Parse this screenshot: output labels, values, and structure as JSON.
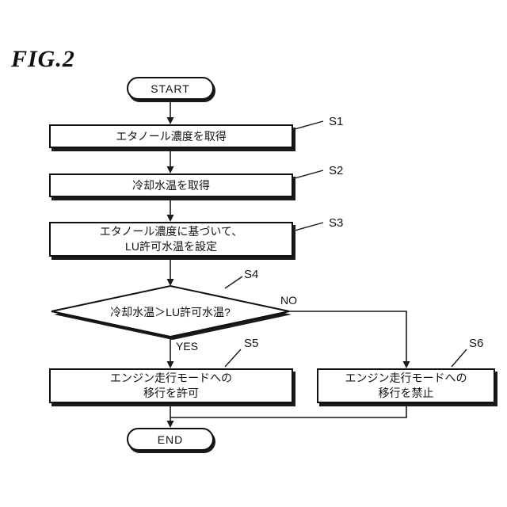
{
  "figure": {
    "title": "FIG.2"
  },
  "flowchart": {
    "start": "START",
    "end": "END",
    "steps": {
      "s1": {
        "id": "S1",
        "text": "エタノール濃度を取得"
      },
      "s2": {
        "id": "S2",
        "text": "冷却水温を取得"
      },
      "s3": {
        "id": "S3",
        "text": "エタノール濃度に基づいて、\nLU許可水温を設定"
      },
      "s4": {
        "id": "S4",
        "text": "冷却水温＞LU許可水温?"
      },
      "s5": {
        "id": "S5",
        "text": "エンジン走行モードへの\n移行を許可"
      },
      "s6": {
        "id": "S6",
        "text": "エンジン走行モードへの\n移行を禁止"
      }
    },
    "branches": {
      "yes": "YES",
      "no": "NO"
    }
  }
}
